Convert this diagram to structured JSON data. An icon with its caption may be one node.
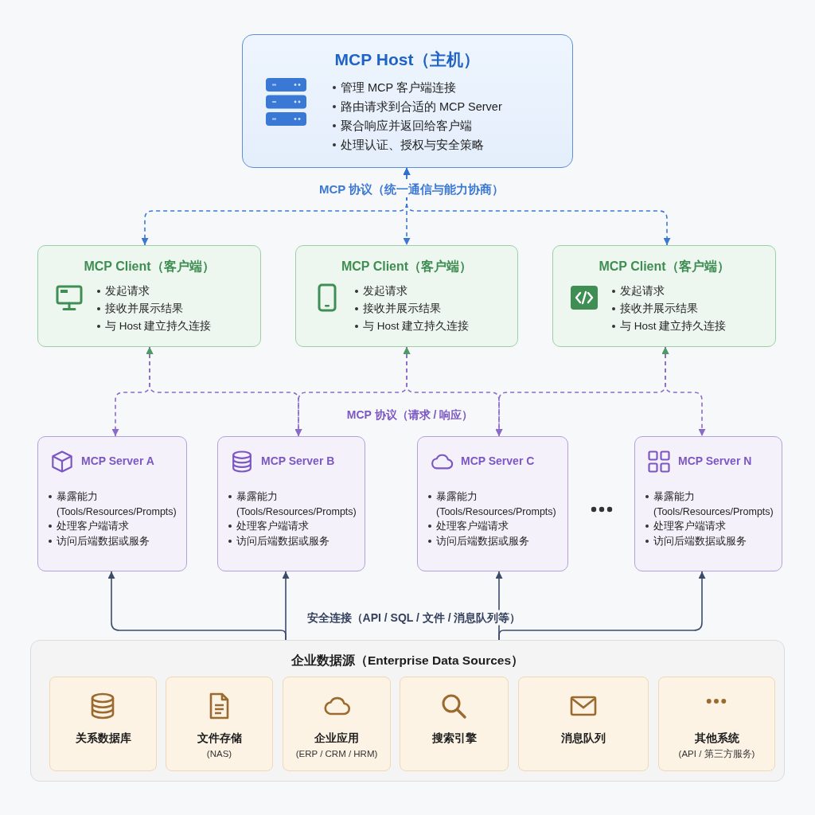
{
  "diagram": {
    "nodes": [
      {
        "text": [
          "MCP Host（主机）",
          "管理 MCP 客户端连接",
          "路由请求到合适的 MCP Server",
          "聚合响应并返回给客户端",
          "处理认证、授权与安全策略"
        ]
      },
      {
        "text": [
          "MCP Client（客户端）",
          "发起请求",
          "接收并展示结果",
          "与 Host 建立持久连接"
        ]
      },
      {
        "text": [
          "MCP Client（客户端）",
          "发起请求",
          "接收并展示结果",
          "与 Host 建立持久连接"
        ]
      },
      {
        "text": [
          "MCP Client（客户端）",
          "发起请求",
          "接收并展示结果",
          "与 Host 建立持久连接"
        ]
      },
      {
        "text": [
          "MCP Server A",
          "暴露能力 (Tools/Resources/Prompts)",
          "处理客户端请求",
          "访问后端数据或服务"
        ]
      },
      {
        "text": [
          "MCP Server B",
          "暴露能力 (Tools/Resources/Prompts)",
          "处理客户端请求",
          "访问后端数据或服务"
        ]
      },
      {
        "text": [
          "MCP Server C",
          "暴露能力 (Tools/Resources/Prompts)",
          "处理客户端请求",
          "访问后端数据或服务"
        ]
      },
      {
        "text": [
          "MCP Server N",
          "暴露能力 (Tools/Resources/Prompts)",
          "处理客户端请求",
          "访问后端数据或服务"
        ]
      },
      {
        "text": [
          "企业数据源（Enterprise Data Sources）"
        ]
      },
      {
        "text": [
          "关系数据库"
        ],
        "in": 8
      },
      {
        "text": [
          "文件存储",
          "(NAS)"
        ],
        "in": 8
      },
      {
        "text": [
          "企业应用",
          "(ERP / CRM / HRM)"
        ],
        "in": 8
      },
      {
        "text": [
          "搜索引擎"
        ],
        "in": 8
      },
      {
        "text": [
          "消息队列"
        ],
        "in": 8
      },
      {
        "text": [
          "其他系统",
          "(API / 第三方服务)"
        ],
        "in": 8
      }
    ],
    "edges": [
      {
        "from": 0,
        "to": 1,
        "arrow": "both",
        "style": "dashed",
        "color": "#3b78d4"
      },
      {
        "from": 0,
        "to": 2,
        "arrow": "both",
        "style": "dashed",
        "color": "#3b78d4",
        "label": "MCP 协议（统一通信与能力协商）"
      },
      {
        "from": 0,
        "to": 3,
        "arrow": "both",
        "style": "dashed",
        "color": "#3b78d4"
      },
      {
        "from": 1,
        "to": 4,
        "arrow": "both",
        "style": "dashed"
      },
      {
        "from": 1,
        "to": 5,
        "arrow": "both",
        "style": "dashed"
      },
      {
        "from": 2,
        "to": 5,
        "arrow": "both",
        "style": "dashed"
      },
      {
        "from": 2,
        "to": 6,
        "arrow": "both",
        "style": "dashed"
      },
      {
        "from": 3,
        "to": 6,
        "arrow": "both",
        "style": "dashed"
      },
      {
        "from": 3,
        "to": 7,
        "arrow": "both",
        "style": "dashed"
      },
      {
        "from": 8,
        "to": 4,
        "arrow": "to",
        "color": "#3d4b6b"
      },
      {
        "from": 8,
        "to": 5,
        "arrow": "to",
        "color": "#3d4b6b"
      },
      {
        "from": 8,
        "to": 6,
        "arrow": "to",
        "color": "#3d4b6b"
      },
      {
        "from": 8,
        "to": 7,
        "arrow": "to",
        "color": "#3d4b6b"
      }
    ],
    "labels": [
      "MCP 协议（请求 / 响应）",
      "安全连接（API / SQL / 文件 / 消息队列等）"
    ]
  }
}
